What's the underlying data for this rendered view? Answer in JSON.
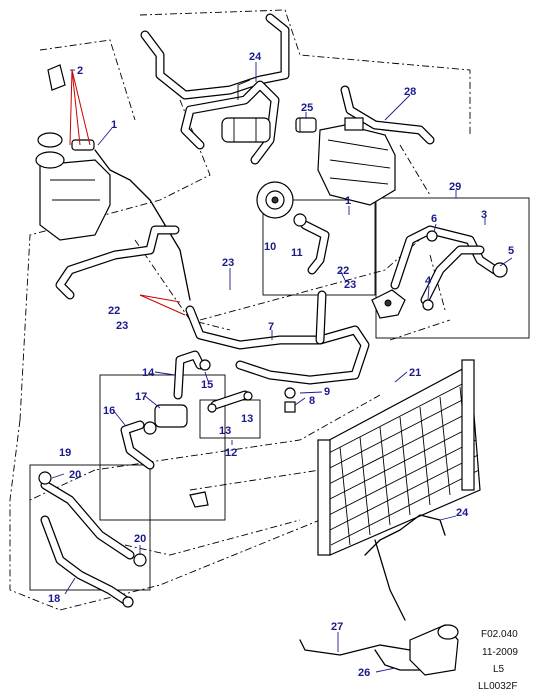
{
  "callouts": {
    "c1": "1",
    "c2": "2",
    "c3": "3",
    "c4": "4",
    "c5": "5",
    "c6": "6",
    "c7": "7",
    "c8": "8",
    "c9": "9",
    "c10": "10",
    "c11": "11",
    "c12": "12",
    "c13a": "13",
    "c13b": "13",
    "c14": "14",
    "c15": "15",
    "c16": "16",
    "c17": "17",
    "c18": "18",
    "c19": "19",
    "c20a": "20",
    "c20b": "20",
    "c21": "21",
    "c22a": "22",
    "c22b": "22",
    "c23a": "23",
    "c23b": "23",
    "c23c": "23",
    "c24a": "24",
    "c24b": "24",
    "c25": "25",
    "c26": "26",
    "c27": "27",
    "c28": "28",
    "c29": "29",
    "c1b": "1"
  },
  "reference": {
    "code": "F02.040",
    "date": "11-2009",
    "level": "L5",
    "illustration": "LL0032F"
  }
}
